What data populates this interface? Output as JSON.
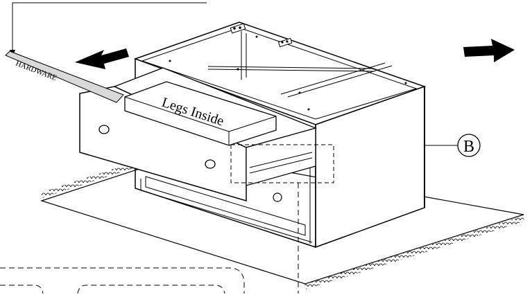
{
  "labels": {
    "hardware": "HARDWARE",
    "legs_inside": "Legs Inside",
    "callout_b": "B"
  },
  "icons": {
    "left_arrow": "pull-out-arrow-icon",
    "right_arrow": "direction-arrow-icon"
  },
  "colors": {
    "line": "#000000",
    "paper": "#ffffff",
    "tag_fill": "#d9d9d9"
  }
}
